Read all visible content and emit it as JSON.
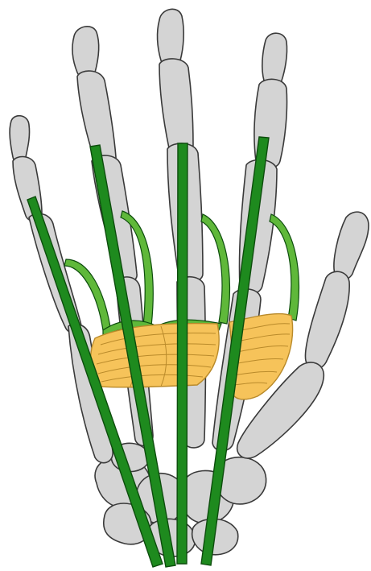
{
  "diagram": {
    "colors": {
      "background": "#ffffff",
      "bone_fill": "#d4d4d4",
      "bone_stroke": "#3a3a3a",
      "tendon_fill": "#1e8a1e",
      "tendon_stroke": "#0d4d0d",
      "lumbrical_fill": "#5fb83a",
      "band_fill": "#f6c35a",
      "band_stroke": "#b98a2a"
    },
    "digits": [
      {
        "name": "thumb"
      },
      {
        "name": "index"
      },
      {
        "name": "middle"
      },
      {
        "name": "ring"
      },
      {
        "name": "little"
      }
    ],
    "tendon_count": 4,
    "band_count": 2
  }
}
